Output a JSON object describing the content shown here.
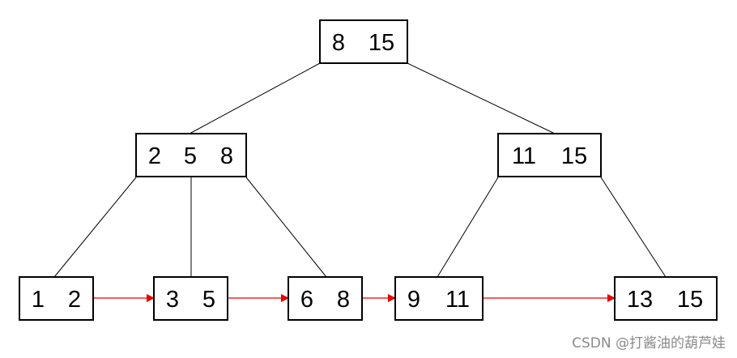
{
  "tree": {
    "root": {
      "keys": [
        "8",
        "15"
      ]
    },
    "internal": [
      {
        "keys": [
          "2",
          "5",
          "8"
        ]
      },
      {
        "keys": [
          "11",
          "15"
        ]
      }
    ],
    "leaves": [
      {
        "keys": [
          "1",
          "2"
        ]
      },
      {
        "keys": [
          "3",
          "5"
        ]
      },
      {
        "keys": [
          "6",
          "8"
        ]
      },
      {
        "keys": [
          "9",
          "11"
        ]
      },
      {
        "keys": [
          "13",
          "15"
        ]
      }
    ]
  },
  "colors": {
    "node_border": "#000000",
    "edge": "#000000",
    "leaf_link": "#e60000"
  },
  "watermark": "CSDN @打酱油的葫芦娃"
}
